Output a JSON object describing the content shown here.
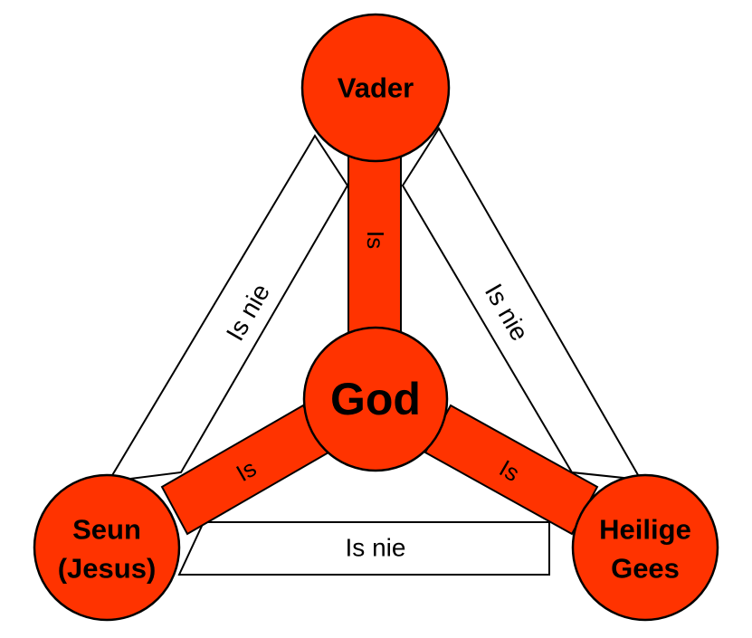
{
  "colors": {
    "node_fill": "#FF3300",
    "outline": "#000000",
    "background": "#FFFFFF"
  },
  "nodes": {
    "center": {
      "label": "God"
    },
    "top": {
      "label": "Vader"
    },
    "bottom_left": {
      "line1": "Seun",
      "line2": "(Jesus)"
    },
    "bottom_right": {
      "line1": "Heilige",
      "line2": "Gees"
    }
  },
  "edges": {
    "is_top": "Is",
    "is_left": "Is",
    "is_right": "Is",
    "is_nie_left": "Is nie",
    "is_nie_right": "Is nie",
    "is_nie_bottom": "Is nie"
  }
}
